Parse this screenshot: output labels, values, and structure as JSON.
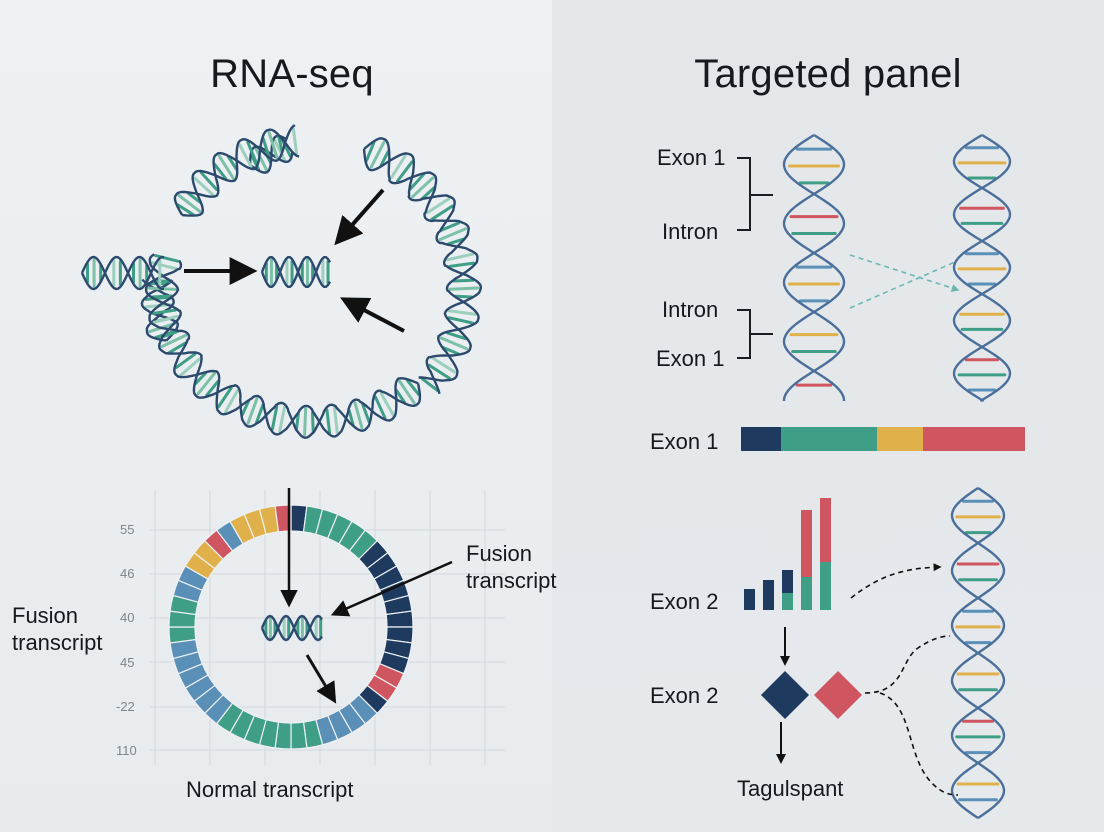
{
  "left_panel": {
    "title": "RNA-seq",
    "y_ticks": [
      "55",
      "46",
      "40",
      "45",
      "-22",
      "110"
    ],
    "label_fusion_left": "Fusion transcript",
    "label_fusion_right": "Fusion transcript",
    "label_normal": "Normal transcript"
  },
  "right_panel": {
    "title": "Targeted panel",
    "label_exon1_top": "Exon 1",
    "label_intron_top": "Intron",
    "label_intron_mid": "Intron",
    "label_exon1_mid": "Exon 1",
    "label_exon1_bar": "Exon 1",
    "label_exon2_chart": "Exon 2",
    "label_exon2_diamond": "Exon 2",
    "label_bottom": "Tagulspant"
  },
  "colors": {
    "navy": "#1e3a5f",
    "teal": "#3f9e86",
    "yellow": "#e0b14a",
    "red": "#cf5560",
    "blue": "#5a8fb8",
    "helix": "#2c4a6e"
  }
}
